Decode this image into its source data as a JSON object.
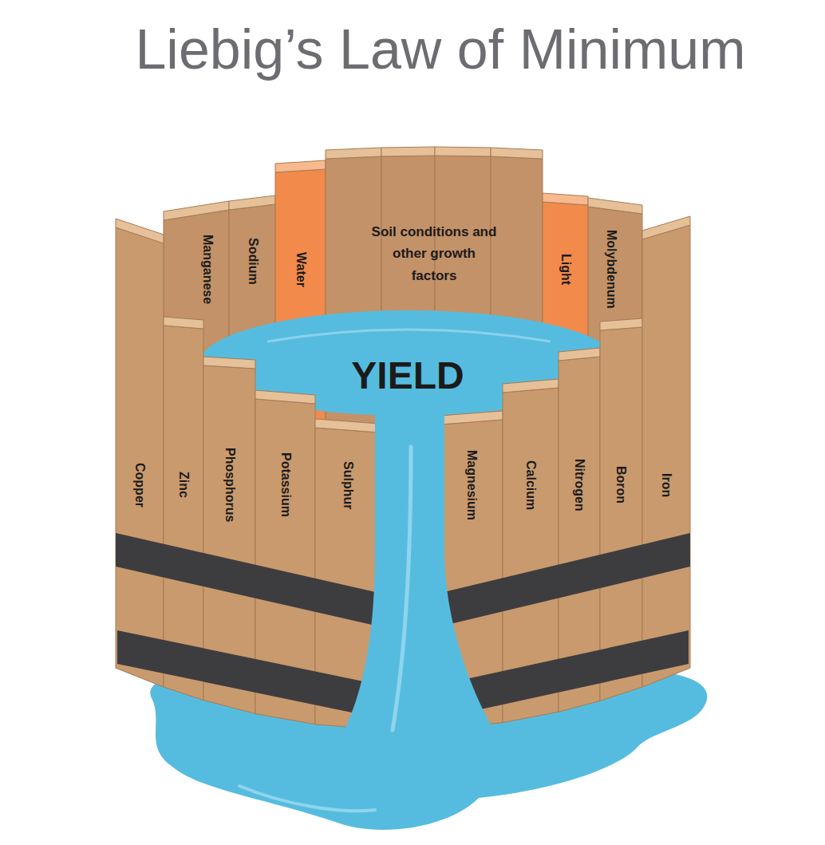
{
  "diagram": {
    "title": "Liebig’s Law of Minimum",
    "nodes": [
      {
        "text": [
          "Manganese"
        ]
      },
      {
        "text": [
          "Sodium"
        ]
      },
      {
        "text": [
          "Water"
        ]
      },
      {
        "text": [
          "Soil conditions and other growth factors"
        ]
      },
      {
        "text": [
          "YIELD"
        ]
      },
      {
        "text": [
          "Light"
        ]
      },
      {
        "text": [
          "Molybdenum"
        ]
      },
      {
        "text": [
          "Copper"
        ]
      },
      {
        "text": [
          "Zinc"
        ]
      },
      {
        "text": [
          "Phosphorus"
        ]
      },
      {
        "text": [
          "Potassium"
        ]
      },
      {
        "text": [
          "Sulphur"
        ]
      },
      {
        "text": [
          "Magnesium"
        ]
      },
      {
        "text": [
          "Calcium"
        ]
      },
      {
        "text": [
          "Nitrogen"
        ]
      },
      {
        "text": [
          "Boron"
        ]
      },
      {
        "text": [
          "Iron"
        ]
      }
    ]
  }
}
